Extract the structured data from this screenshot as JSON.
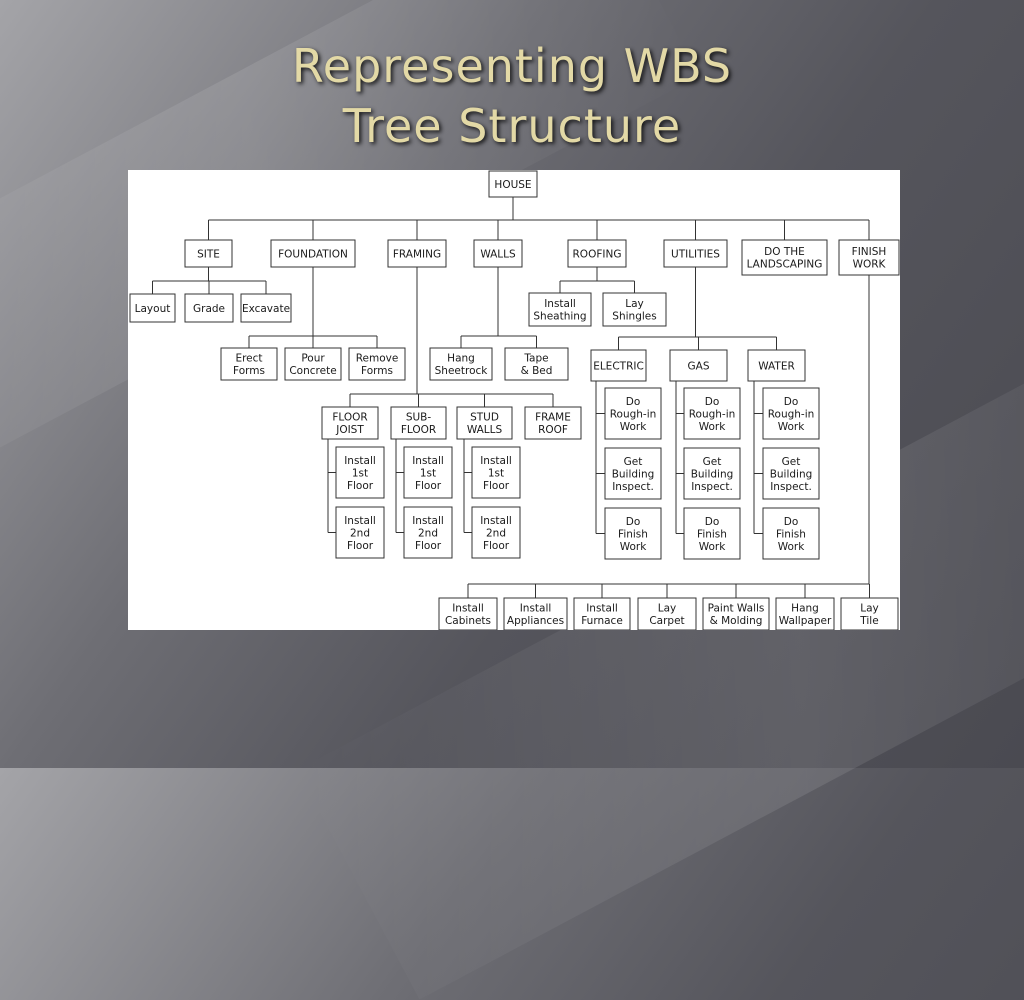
{
  "slide": {
    "title_line1": "Representing WBS",
    "title_line2": "Tree Structure"
  },
  "wbs": {
    "root": "HOUSE",
    "nodes": {
      "house": [
        "HOUSE"
      ],
      "site": [
        "SITE"
      ],
      "foundation": [
        "FOUNDATION"
      ],
      "framing": [
        "FRAMING"
      ],
      "walls": [
        "WALLS"
      ],
      "roofing": [
        "ROOFING"
      ],
      "utilities": [
        "UTILITIES"
      ],
      "landscaping": [
        "DO THE",
        "LANDSCAPING"
      ],
      "finish": [
        "FINISH",
        "WORK"
      ],
      "layout": [
        "Layout"
      ],
      "grade": [
        "Grade"
      ],
      "excavate": [
        "Excavate"
      ],
      "erect_forms": [
        "Erect",
        "Forms"
      ],
      "pour_concrete": [
        "Pour",
        "Concrete"
      ],
      "remove_forms": [
        "Remove",
        "Forms"
      ],
      "hang_sheetrock": [
        "Hang",
        "Sheetrock"
      ],
      "tape_bed": [
        "Tape",
        "& Bed"
      ],
      "install_sheathing": [
        "Install",
        "Sheathing"
      ],
      "lay_shingles": [
        "Lay",
        "Shingles"
      ],
      "floor_joist": [
        "FLOOR",
        "JOIST"
      ],
      "sub_floor": [
        "SUB-",
        "FLOOR"
      ],
      "stud_walls": [
        "STUD",
        "WALLS"
      ],
      "frame_roof": [
        "FRAME",
        "ROOF"
      ],
      "fj_1st": [
        "Install",
        "1st",
        "Floor"
      ],
      "fj_2nd": [
        "Install",
        "2nd",
        "Floor"
      ],
      "sf_1st": [
        "Install",
        "1st",
        "Floor"
      ],
      "sf_2nd": [
        "Install",
        "2nd",
        "Floor"
      ],
      "sw_1st": [
        "Install",
        "1st",
        "Floor"
      ],
      "sw_2nd": [
        "Install",
        "2nd",
        "Floor"
      ],
      "electric": [
        "ELECTRIC"
      ],
      "gas": [
        "GAS"
      ],
      "water": [
        "WATER"
      ],
      "el_rough": [
        "Do",
        "Rough-in",
        "Work"
      ],
      "el_inspect": [
        "Get",
        "Building",
        "Inspect."
      ],
      "el_finish": [
        "Do",
        "Finish",
        "Work"
      ],
      "gas_rough": [
        "Do",
        "Rough-in",
        "Work"
      ],
      "gas_inspect": [
        "Get",
        "Building",
        "Inspect."
      ],
      "gas_finish": [
        "Do",
        "Finish",
        "Work"
      ],
      "wa_rough": [
        "Do",
        "Rough-in",
        "Work"
      ],
      "wa_inspect": [
        "Get",
        "Building",
        "Inspect."
      ],
      "wa_finish": [
        "Do",
        "Finish",
        "Work"
      ],
      "install_cabinets": [
        "Install",
        "Cabinets"
      ],
      "install_appliances": [
        "Install",
        "Appliances"
      ],
      "install_furnace": [
        "Install",
        "Furnace"
      ],
      "lay_carpet": [
        "Lay",
        "Carpet"
      ],
      "paint_walls": [
        "Paint Walls",
        "& Molding"
      ],
      "hang_wallpaper": [
        "Hang",
        "Wallpaper"
      ],
      "lay_tile": [
        "Lay",
        "Tile"
      ]
    },
    "tree": [
      [
        "house",
        "site"
      ],
      [
        "house",
        "foundation"
      ],
      [
        "house",
        "framing"
      ],
      [
        "house",
        "walls"
      ],
      [
        "house",
        "roofing"
      ],
      [
        "house",
        "utilities"
      ],
      [
        "house",
        "landscaping"
      ],
      [
        "house",
        "finish"
      ],
      [
        "site",
        "layout"
      ],
      [
        "site",
        "grade"
      ],
      [
        "site",
        "excavate"
      ],
      [
        "foundation",
        "erect_forms"
      ],
      [
        "foundation",
        "pour_concrete"
      ],
      [
        "foundation",
        "remove_forms"
      ],
      [
        "walls",
        "hang_sheetrock"
      ],
      [
        "walls",
        "tape_bed"
      ],
      [
        "roofing",
        "install_sheathing"
      ],
      [
        "roofing",
        "lay_shingles"
      ],
      [
        "framing",
        "floor_joist"
      ],
      [
        "framing",
        "sub_floor"
      ],
      [
        "framing",
        "stud_walls"
      ],
      [
        "framing",
        "frame_roof"
      ],
      [
        "floor_joist",
        "fj_1st"
      ],
      [
        "floor_joist",
        "fj_2nd"
      ],
      [
        "sub_floor",
        "sf_1st"
      ],
      [
        "sub_floor",
        "sf_2nd"
      ],
      [
        "stud_walls",
        "sw_1st"
      ],
      [
        "stud_walls",
        "sw_2nd"
      ],
      [
        "utilities",
        "electric"
      ],
      [
        "utilities",
        "gas"
      ],
      [
        "utilities",
        "water"
      ],
      [
        "electric",
        "el_rough"
      ],
      [
        "electric",
        "el_inspect"
      ],
      [
        "electric",
        "el_finish"
      ],
      [
        "gas",
        "gas_rough"
      ],
      [
        "gas",
        "gas_inspect"
      ],
      [
        "gas",
        "gas_finish"
      ],
      [
        "water",
        "wa_rough"
      ],
      [
        "water",
        "wa_inspect"
      ],
      [
        "water",
        "wa_finish"
      ],
      [
        "finish",
        "install_cabinets"
      ],
      [
        "finish",
        "install_appliances"
      ],
      [
        "finish",
        "install_furnace"
      ],
      [
        "finish",
        "lay_carpet"
      ],
      [
        "finish",
        "paint_walls"
      ],
      [
        "finish",
        "hang_wallpaper"
      ],
      [
        "finish",
        "lay_tile"
      ]
    ]
  },
  "colors": {
    "title": "#e3d9a6",
    "panel": "#ffffff",
    "line": "#333333"
  }
}
